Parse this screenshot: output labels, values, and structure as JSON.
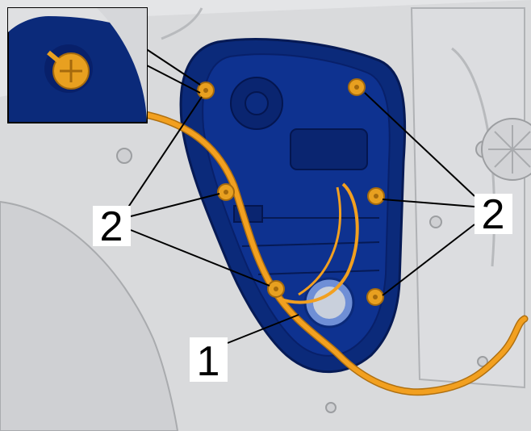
{
  "figure": {
    "colors": {
      "panel_blue": "#0b2a7a",
      "panel_blue_dark": "#061a55",
      "door_grey": "#d8d9db",
      "door_grey_dark": "#b6b8bb",
      "harness_orange": "#f2a020",
      "fastener_orange": "#e8a020",
      "callout_bg": "#ffffff"
    },
    "callouts": [
      {
        "id": "callout-1",
        "label": "1",
        "target": "wiring-harness"
      },
      {
        "id": "callout-2-left",
        "label": "2",
        "target": "fasteners-left"
      },
      {
        "id": "callout-2-right",
        "label": "2",
        "target": "fasteners-right"
      }
    ],
    "inset": {
      "shows": "fastener-detail"
    }
  }
}
